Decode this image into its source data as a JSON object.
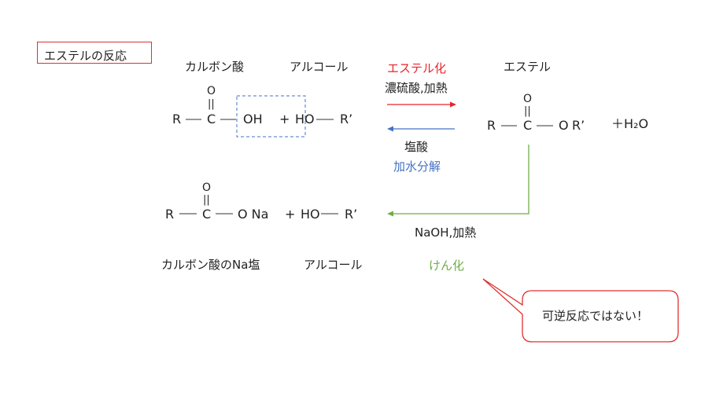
{
  "title": "エステルの反応",
  "labels": {
    "carboxylic_acid": "カルボン酸",
    "alcohol_top": "アルコール",
    "ester": "エステル",
    "na_salt": "カルボン酸のNa塩",
    "alcohol_bottom": "アルコール"
  },
  "reactions": {
    "esterification": {
      "name": "エステル化",
      "condition": "濃硫酸,加熱",
      "color": "#e8232a"
    },
    "hydrolysis": {
      "name": "加水分解",
      "condition": "塩酸",
      "color": "#4472c4"
    },
    "saponification": {
      "name": "けん化",
      "condition": "NaOH,加熱",
      "color": "#70ad47"
    }
  },
  "formulas": {
    "acid": {
      "r": "R",
      "c": "C",
      "o": "O",
      "double_bond": "||",
      "oh": "OH"
    },
    "alcohol": {
      "plus": "+",
      "ho": "HO",
      "r2": "R’"
    },
    "ester": {
      "r": "R",
      "c": "C",
      "o_top": "O",
      "double_bond": "||",
      "o": "O",
      "r2": "R’"
    },
    "water": "＋H₂O",
    "salt": {
      "r": "R",
      "c": "C",
      "o_top": "O",
      "double_bond": "||",
      "ona": "O Na"
    },
    "alcohol2": {
      "plus": "+",
      "ho": "HO",
      "r2": "R’"
    }
  },
  "callout": {
    "text": "可逆反応ではない！",
    "border_color": "#e03030"
  }
}
